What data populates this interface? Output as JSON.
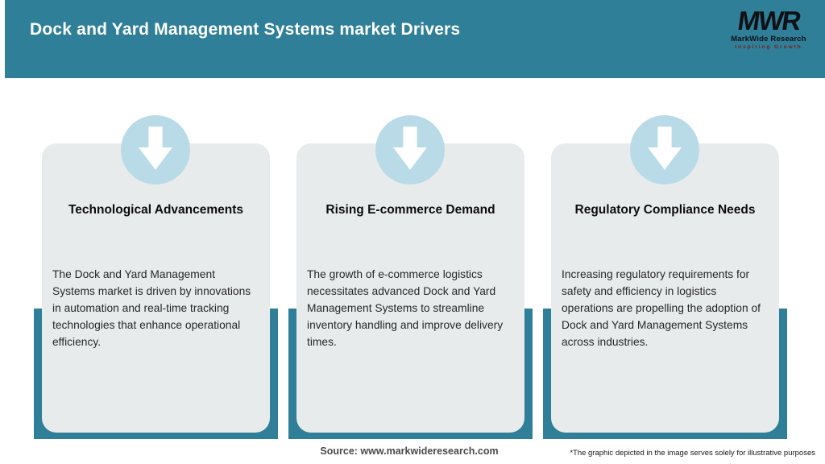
{
  "colors": {
    "accent_teal": "#2f7f98",
    "card_background": "#e8ebec",
    "icon_circle_blue": "#b9dbe7",
    "tagline_red": "#7e2020"
  },
  "header": {
    "title": "Dock and Yard Management Systems market Drivers",
    "logo": {
      "monogram": "MWR",
      "company": "MarkWide Research",
      "tagline": "Inspiring Growth"
    }
  },
  "cards": [
    {
      "icon": "arrow-down-icon",
      "title": "Technological Advancements",
      "body": "The Dock and Yard Management Systems market is driven by innovations in automation and real-time tracking technologies that enhance operational efficiency."
    },
    {
      "icon": "arrow-down-icon",
      "title": "Rising E-commerce Demand",
      "body": "The growth of e-commerce logistics necessitates advanced Dock and Yard Management Systems to streamline inventory handling and improve delivery times."
    },
    {
      "icon": "arrow-down-icon",
      "title": "Regulatory Compliance Needs",
      "body": "Increasing regulatory requirements for safety and efficiency in logistics operations are propelling the adoption of Dock and Yard Management Systems across industries."
    }
  ],
  "footer": {
    "source": "Source: www.markwideresearch.com",
    "disclaimer": "*The graphic depicted in the image serves solely for illustrative purposes"
  }
}
